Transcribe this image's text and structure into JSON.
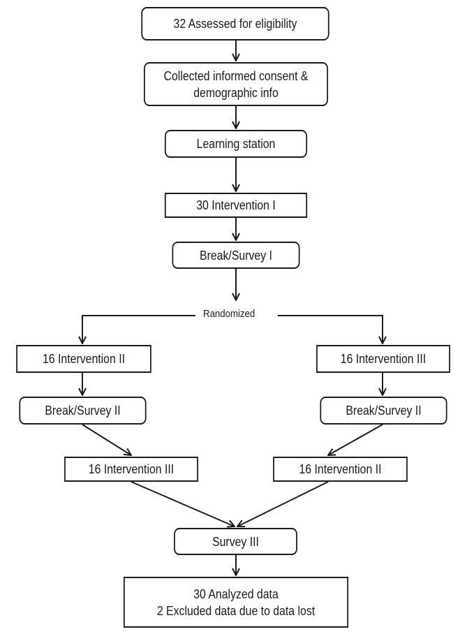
{
  "flowchart": {
    "assessed": "32 Assessed for eligibility",
    "consent": [
      "Collected informed consent &",
      "demographic info"
    ],
    "learning": "Learning station",
    "intervention_1": "30 Intervention I",
    "break_survey_1": "Break/Survey I",
    "randomized": "Randomized",
    "left": {
      "intervention_a": "16 Intervention II",
      "break_survey": "Break/Survey II",
      "intervention_b": "16 Intervention III"
    },
    "right": {
      "intervention_a": "16 Intervention III",
      "break_survey": "Break/Survey II",
      "intervention_b": "16 Intervention II"
    },
    "survey_3": "Survey III",
    "analyzed": [
      "30 Analyzed data",
      "2 Excluded data due to data lost"
    ]
  }
}
